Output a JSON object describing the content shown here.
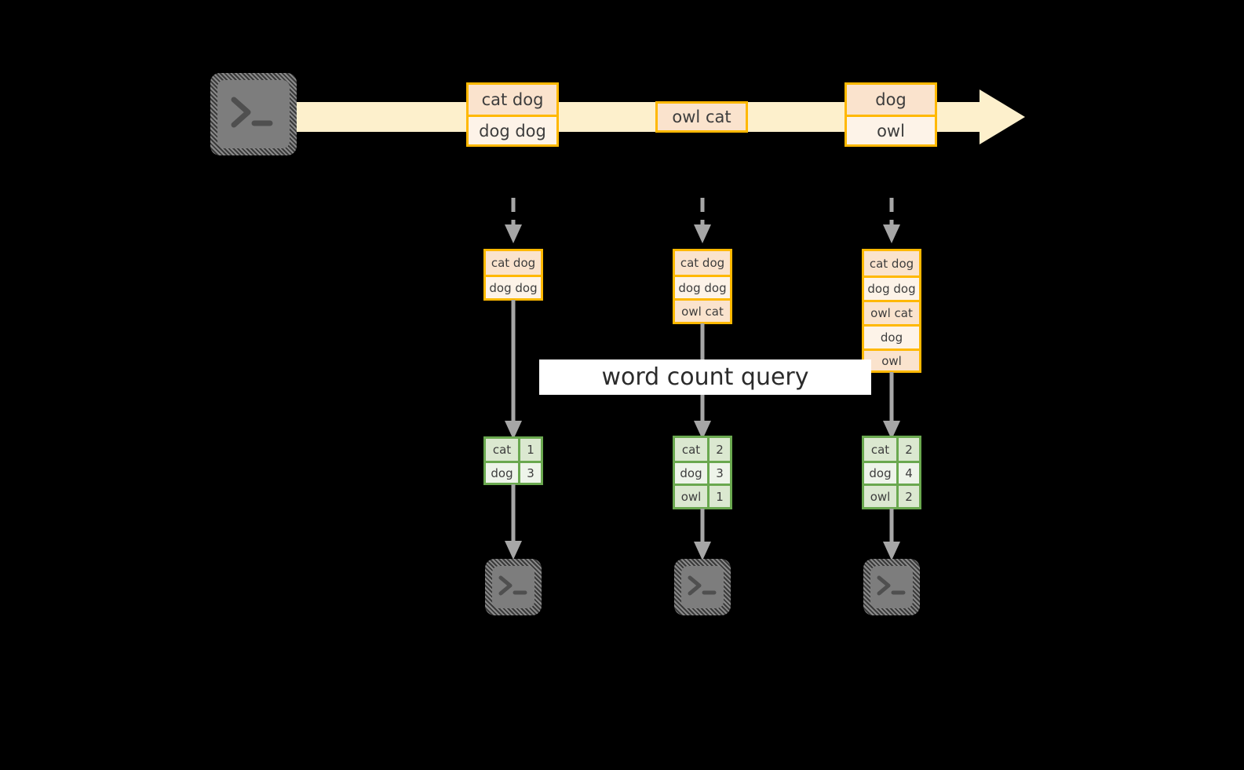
{
  "diagram": {
    "title": "word count query",
    "colors": {
      "record_border": "#ffb800",
      "record_fill_dark": "#fae3cd",
      "record_fill_light": "#fdf3e8",
      "stream_arrow": "#fdf0cc",
      "result_border": "#6aa84f",
      "result_fill_dark": "#dbe8d0",
      "result_fill_light": "#eef4ea",
      "connector": "#a6a6a6",
      "terminal": "#7d7d7d",
      "background": "#000000",
      "label_band": "#ffffff"
    }
  },
  "stream": {
    "source_icon": "terminal-icon",
    "groups": [
      {
        "cells": [
          "cat dog",
          "dog dog"
        ]
      },
      {
        "cells": [
          "owl cat"
        ]
      },
      {
        "cells": [
          "dog",
          "owl"
        ]
      }
    ]
  },
  "label": {
    "text": "word count query"
  },
  "snapshots": [
    {
      "name": "snapshot-1",
      "input_rows": [
        "cat dog",
        "dog dog"
      ],
      "result": {
        "rows": [
          {
            "word": "cat",
            "count": "1"
          },
          {
            "word": "dog",
            "count": "3"
          }
        ]
      },
      "sink_icon": "terminal-icon"
    },
    {
      "name": "snapshot-2",
      "input_rows": [
        "cat dog",
        "dog dog",
        "owl cat"
      ],
      "result": {
        "rows": [
          {
            "word": "cat",
            "count": "2"
          },
          {
            "word": "dog",
            "count": "3"
          },
          {
            "word": "owl",
            "count": "1"
          }
        ]
      },
      "sink_icon": "terminal-icon"
    },
    {
      "name": "snapshot-3",
      "input_rows": [
        "cat dog",
        "dog dog",
        "owl cat",
        "dog",
        "owl"
      ],
      "result": {
        "rows": [
          {
            "word": "cat",
            "count": "2"
          },
          {
            "word": "dog",
            "count": "4"
          },
          {
            "word": "owl",
            "count": "2"
          }
        ]
      },
      "sink_icon": "terminal-icon"
    }
  ]
}
